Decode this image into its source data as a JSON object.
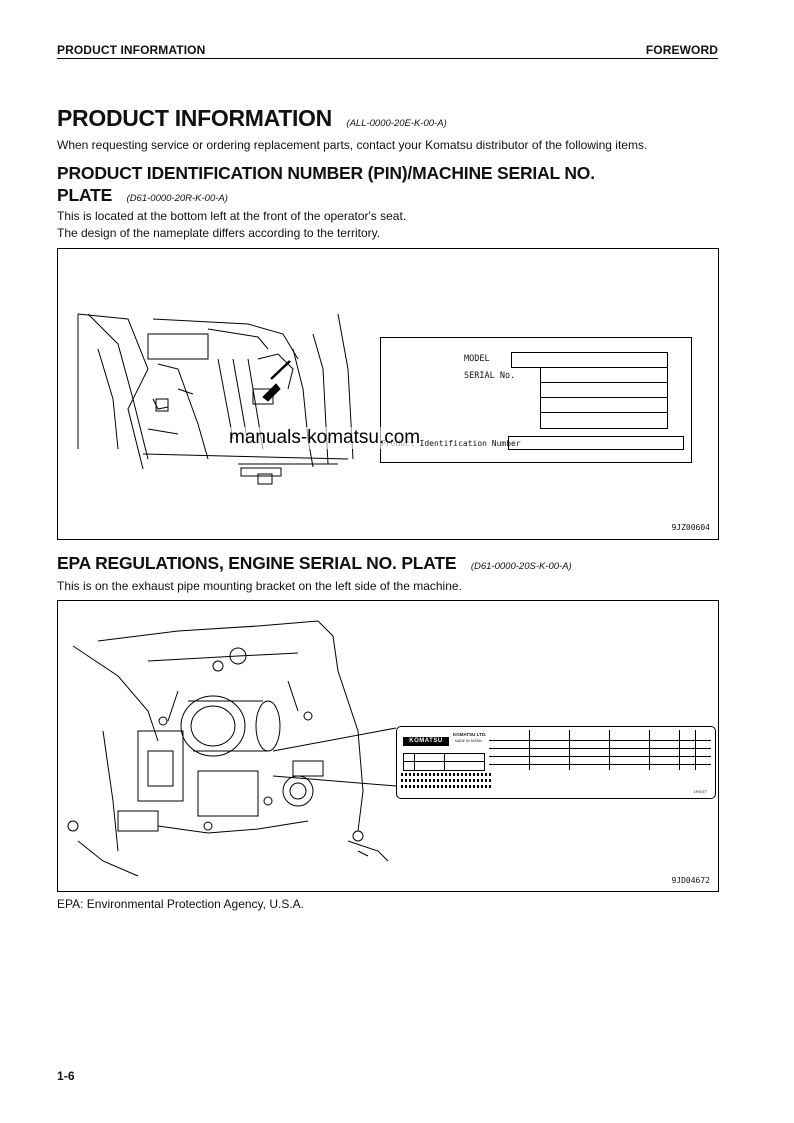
{
  "header": {
    "left": "PRODUCT INFORMATION",
    "right": "FOREWORD"
  },
  "section": {
    "title": "PRODUCT INFORMATION",
    "code": "(ALL-0000-20E-K-00-A)",
    "intro": "When requesting service or ordering replacement parts, contact your Komatsu distributor of the following items."
  },
  "pin": {
    "title_line1": "PRODUCT IDENTIFICATION NUMBER (PIN)/MACHINE SERIAL NO.",
    "title_line2": "PLATE",
    "code": "(D61-0000-20R-K-00-A)",
    "text_line1": "This is located at the bottom left at the front of the operator's seat.",
    "text_line2": "The design of the nameplate differs according to the territory.",
    "plate": {
      "model_label": "MODEL",
      "serial_label": "SERIAL No.",
      "pin_label": "Product Identification Number"
    },
    "figure_id": "9JZ00604"
  },
  "watermark": "manuals-komatsu.com",
  "epa": {
    "title": "EPA REGULATIONS, ENGINE SERIAL NO. PLATE",
    "code": "(D61-0000-20S-K-00-A)",
    "text": "This is on the exhaust pipe mounting bracket on the left side of the machine.",
    "plate": {
      "brand": "KOMATSU",
      "company": "KOMATSU LTD.",
      "made_in": "MADE IN JAPAN",
      "footer_code": "1F0077"
    },
    "figure_id": "9JD04672",
    "footnote": "EPA: Environmental Protection Agency, U.S.A."
  },
  "page_number": "1-6"
}
